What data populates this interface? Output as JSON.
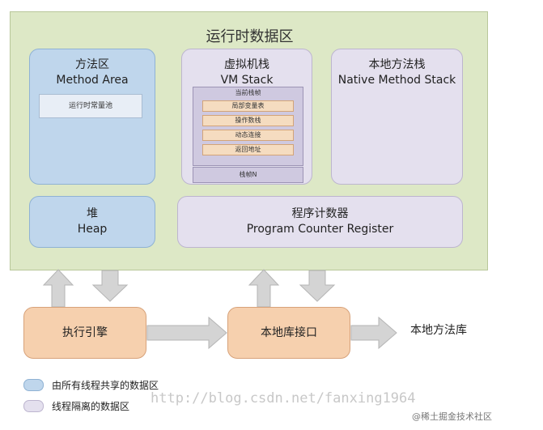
{
  "runtime_area": {
    "title": "运行时数据区"
  },
  "method_area": {
    "title_cn": "方法区",
    "title_en": "Method Area",
    "constant_pool": "运行时常量池"
  },
  "vm_stack": {
    "title_cn": "虚拟机栈",
    "title_en": "VM Stack",
    "current_frame": "当前栈帧",
    "frame_items": [
      "局部变量表",
      "操作数栈",
      "动态连接",
      "返回地址"
    ],
    "frame_n": "栈帧N"
  },
  "native_method_stack": {
    "title_cn": "本地方法栈",
    "title_en": "Native Method Stack"
  },
  "heap": {
    "title_cn": "堆",
    "title_en": "Heap"
  },
  "program_counter": {
    "title_cn": "程序计数器",
    "title_en": "Program Counter Register"
  },
  "execution_engine": {
    "label": "执行引擎"
  },
  "native_interface": {
    "label": "本地库接口"
  },
  "native_method_library": {
    "label": "本地方法库"
  },
  "legend": {
    "shared": "由所有线程共享的数据区",
    "isolated": "线程隔离的数据区"
  },
  "watermark": "http://blog.csdn.net/fanxing1964",
  "credit": "@稀土掘金技术社区",
  "colors": {
    "runtime_bg": "#dde8c6",
    "shared_blue": "#bfd6ec",
    "isolated_lavender": "#e4e0ee",
    "component_orange": "#f6d0ae",
    "stack_slot": "#f5dcc0",
    "arrow_gray": "#d4d4d4"
  }
}
